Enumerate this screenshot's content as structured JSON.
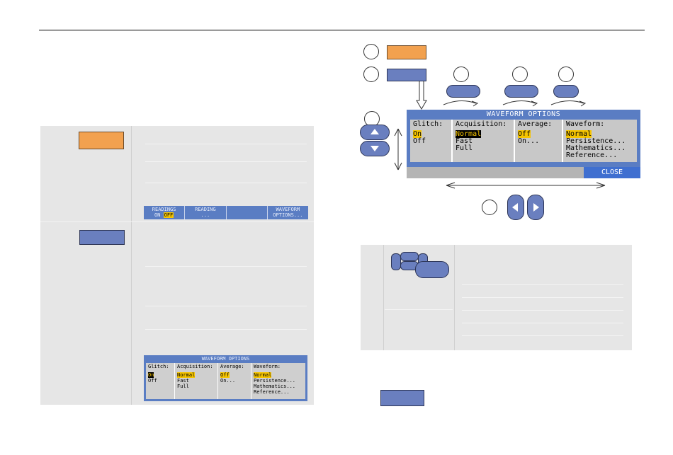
{
  "menu_bar": {
    "cells": [
      "READINGS",
      "READING",
      "",
      "WAVEFORM"
    ],
    "sub": [
      "ON ",
      "...",
      "",
      "OPTIONS..."
    ],
    "readings_off": "OFF"
  },
  "small_window": {
    "title": "WAVEFORM OPTIONS",
    "glitch": {
      "header": "Glitch:",
      "options": [
        "On",
        "Off"
      ]
    },
    "acquisition": {
      "header": "Acquisition:",
      "options": [
        "Normal",
        "Fast",
        "Full"
      ]
    },
    "average": {
      "header": "Average:",
      "options": [
        "Off",
        "On..."
      ]
    },
    "waveform": {
      "header": "Waveform:",
      "options": [
        "Normal",
        "Persistence...",
        "Mathematics...",
        "Reference..."
      ]
    }
  },
  "big_window": {
    "title": "WAVEFORM OPTIONS",
    "glitch": {
      "header": "Glitch:",
      "options": [
        "On",
        "Off"
      ]
    },
    "acquisition": {
      "header": "Acquisition:",
      "options": [
        "Normal",
        "Fast",
        "Full"
      ]
    },
    "average": {
      "header": "Average:",
      "options": [
        "Off",
        "On..."
      ]
    },
    "waveform": {
      "header": "Waveform:",
      "options": [
        "Normal",
        "Persistence...",
        "Mathematics...",
        "Reference..."
      ]
    },
    "close": "CLOSE"
  },
  "colors": {
    "orange_key": "#f2a14f",
    "blue_key": "#6a7fbf",
    "menu_blue": "#5a7dc3",
    "highlight": "#f5c400"
  }
}
